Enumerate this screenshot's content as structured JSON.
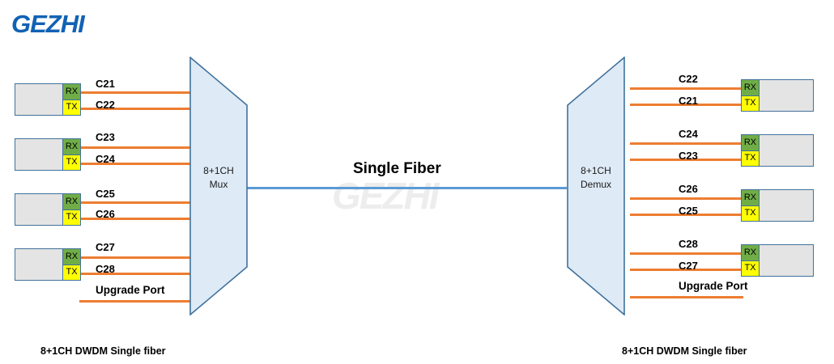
{
  "brand": {
    "logo_text": "GEZHI",
    "watermark_text": "GEZHI",
    "logo_color": "#1162b4",
    "accent_color": "#ee7d23"
  },
  "colors": {
    "line_orange": "#ed7d31",
    "fiber_blue": "#5b9bd5",
    "mux_fill": "#deeaf6",
    "mux_border": "#41719c",
    "rx_green": "#70ad47",
    "tx_yellow": "#ffff00",
    "device_gray": "#e4e4e4"
  },
  "mux": {
    "title_line1": "8+1CH",
    "title_line2": "Mux"
  },
  "demux": {
    "title_line1": "8+1CH",
    "title_line2": "Demux"
  },
  "fiber": {
    "label": "Single Fiber"
  },
  "ports": {
    "rx_label": "RX",
    "tx_label": "TX"
  },
  "upgrade": {
    "label": "Upgrade Port"
  },
  "captions": {
    "left": "8+1CH DWDM Single fiber",
    "right": "8+1CH DWDM Single fiber"
  },
  "left_side": {
    "devices": [
      {
        "rx_channel": "C21",
        "tx_channel": "C22"
      },
      {
        "rx_channel": "C23",
        "tx_channel": "C24"
      },
      {
        "rx_channel": "C25",
        "tx_channel": "C26"
      },
      {
        "rx_channel": "C27",
        "tx_channel": "C28"
      }
    ],
    "channel_labels": [
      "C21",
      "C22",
      "C23",
      "C24",
      "C25",
      "C26",
      "C27",
      "C28"
    ]
  },
  "right_side": {
    "devices": [
      {
        "rx_channel": "C22",
        "tx_channel": "C21"
      },
      {
        "rx_channel": "C24",
        "tx_channel": "C23"
      },
      {
        "rx_channel": "C26",
        "tx_channel": "C25"
      },
      {
        "rx_channel": "C28",
        "tx_channel": "C27"
      }
    ],
    "channel_labels": [
      "C22",
      "C21",
      "C24",
      "C23",
      "C26",
      "C25",
      "C28",
      "C27"
    ]
  }
}
